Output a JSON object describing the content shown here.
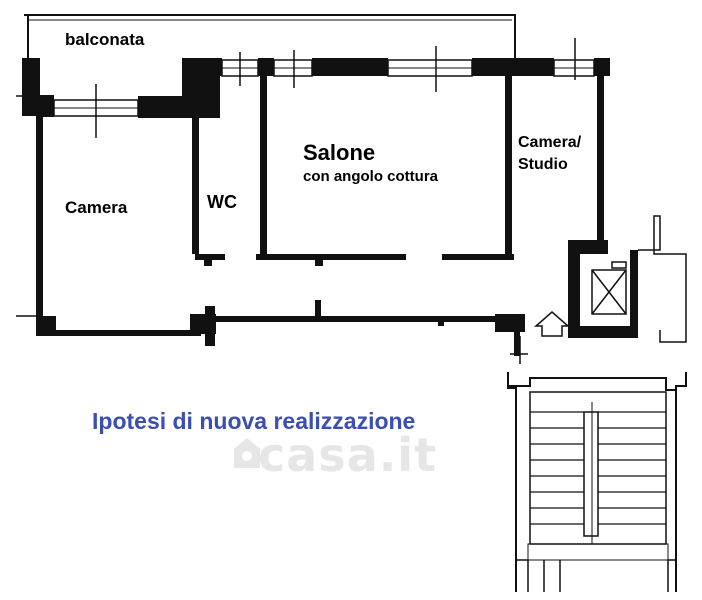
{
  "rooms": {
    "balcony": "balconata",
    "bedroom": "Camera",
    "wc": "WC",
    "living": "Salone",
    "living_sub": "con angolo cottura",
    "studio_line1": "Camera/",
    "studio_line2": "Studio"
  },
  "note": "Ipotesi di nuova realizzazione",
  "watermark": "casa.it",
  "colors": {
    "wall": "#111111",
    "note": "#3a4fb0",
    "watermark": "#e6e6e6"
  }
}
